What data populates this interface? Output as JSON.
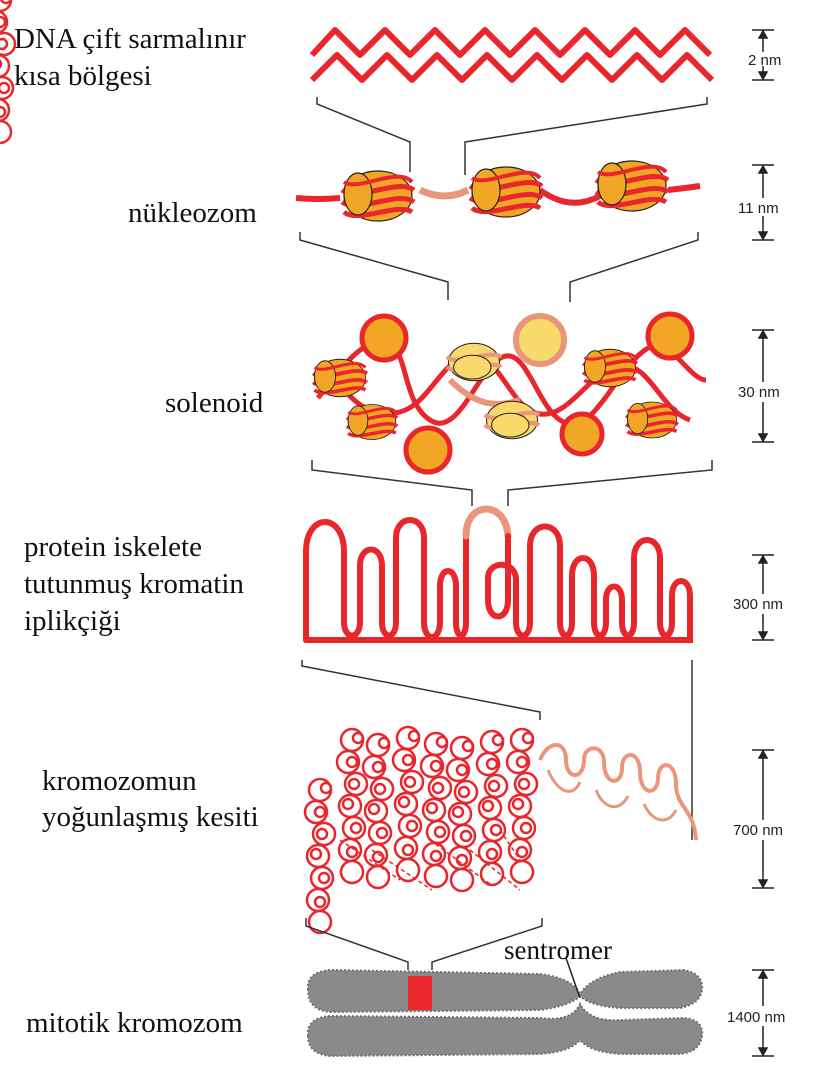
{
  "labels": {
    "dna": [
      "DNA çift sarmalınır",
      "kısa bölgesi"
    ],
    "nucleosome": "nükleozom",
    "solenoid": "solenoid",
    "fiber": [
      "protein iskelete",
      "tutunmuş kromatin",
      "iplikçiği"
    ],
    "condensed": [
      "kromozomun",
      "yoğunlaşmış kesiti"
    ],
    "mitotic": "mitotik kromozom",
    "centromere": "sentromer"
  },
  "scales": {
    "dna": "2 nm",
    "nucleosome": "11 nm",
    "solenoid": "30 nm",
    "fiber": "300 nm",
    "condensed": "700 nm",
    "mitotic": "1400 nm"
  },
  "colors": {
    "dna_red": "#e8262b",
    "dna_light": "#e9967a",
    "histone_orange": "#f2a626",
    "histone_yellow": "#f7da6b",
    "chromosome_gray": "#888888"
  }
}
